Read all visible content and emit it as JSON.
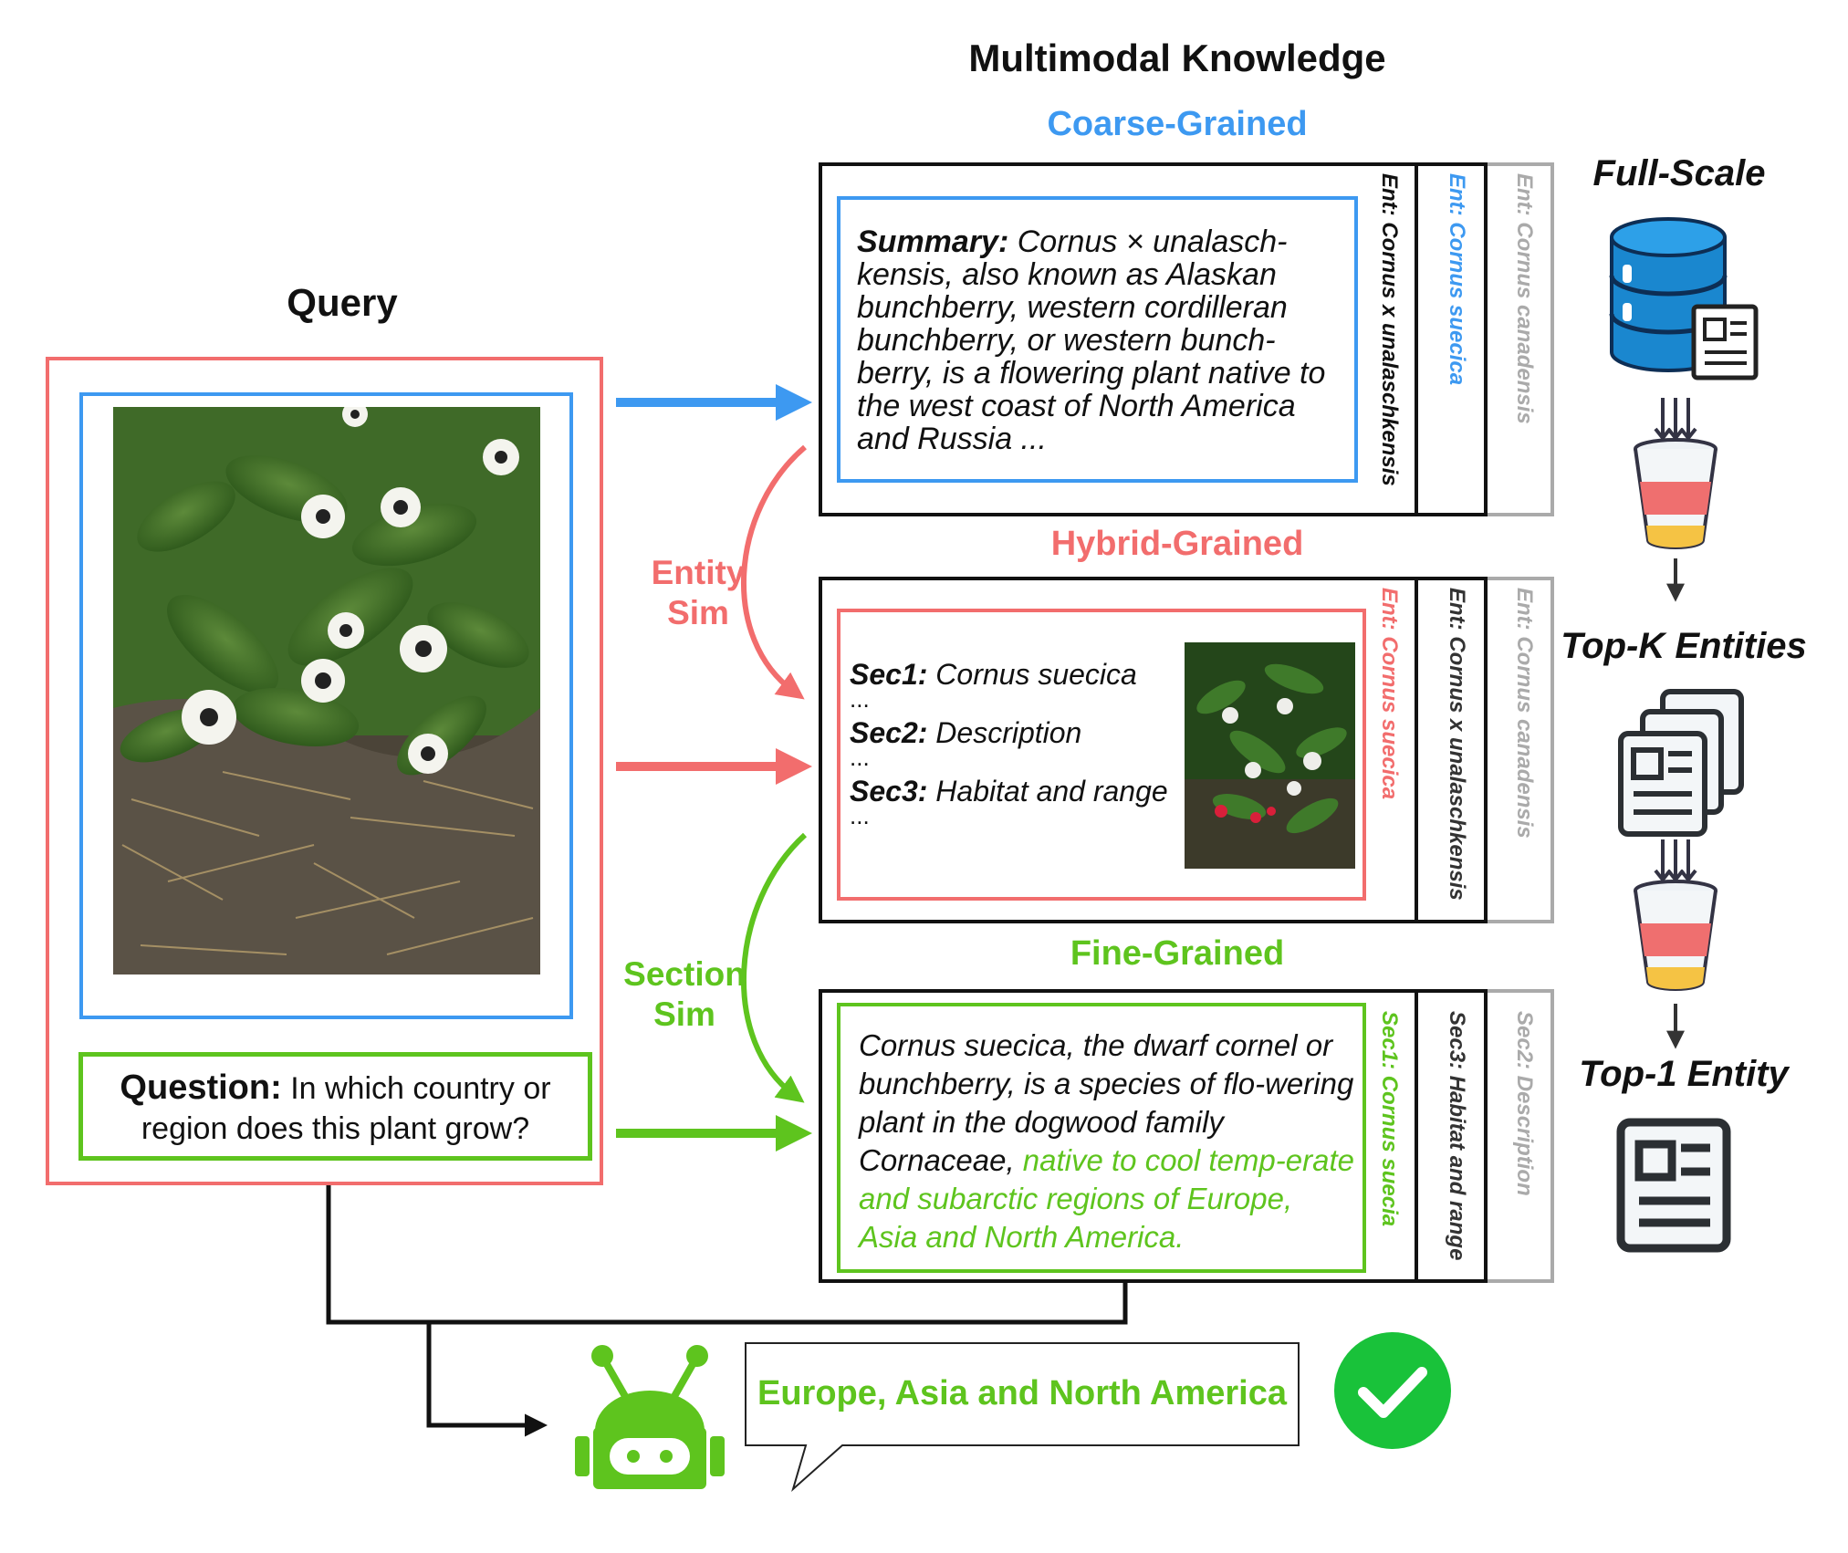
{
  "title": "Multimodal Knowledge",
  "query": {
    "heading": "Query",
    "question_label": "Question:",
    "question_text": "In which country or region does this plant grow?"
  },
  "coarse": {
    "heading": "Coarse-Grained",
    "summary_label": "Summary:",
    "summary_text": "Cornus × unalasch-kensis, also known as Alaskan bunchberry, western cordilleran bunchberry, or western bunch-berry, is a flowering plant native to the west coast of North America and Russia ...",
    "tabs": [
      "Ent: Cornus x unalaschkensis",
      "Ent: Cornus suecica",
      "Ent: Cornus canadensis"
    ]
  },
  "hybrid": {
    "heading": "Hybrid-Grained",
    "sections": [
      {
        "label": "Sec1:",
        "text": "Cornus suecica"
      },
      {
        "label": "Sec2:",
        "text": "Description"
      },
      {
        "label": "Sec3:",
        "text": "Habitat and range"
      }
    ],
    "ellipsis": "...",
    "tabs": [
      "Ent: Cornus suecica",
      "Ent: Cornus x unalaschkensis",
      "Ent: Cornus canadensis"
    ]
  },
  "fine": {
    "heading": "Fine-Grained",
    "text_plain": "Cornus suecica, the dwarf cornel or bunchberry, is a species of flo-wering plant in the dogwood family Cornaceae,",
    "text_highlight": "native to cool temp-erate and subarctic regions of Europe, Asia and North America.",
    "tabs": [
      "Sec1: Cornus suecia",
      "Sec3: Habitat and range",
      "Sec2: Description"
    ]
  },
  "flow_labels": {
    "entity_sim": [
      "Entity",
      "Sim"
    ],
    "section_sim": [
      "Section",
      "Sim"
    ]
  },
  "pipeline": {
    "full_scale": "Full-Scale",
    "top_k": "Top-K Entities",
    "top_1": "Top-1 Entity"
  },
  "answer": "Europe, Asia and North America",
  "colors": {
    "blue": "#3d99f1",
    "red": "#f26d6d",
    "green": "#5ec41e",
    "black": "#111111",
    "gray": "#aaaaaa",
    "db_blue": "#1a87cf",
    "db_dark": "#0d2e55",
    "check_green": "#19c23a"
  },
  "icons": [
    "image-icon",
    "database-icon",
    "document-icon",
    "filter-funnel-icon",
    "document-stack-icon",
    "robot-icon",
    "check-icon"
  ]
}
